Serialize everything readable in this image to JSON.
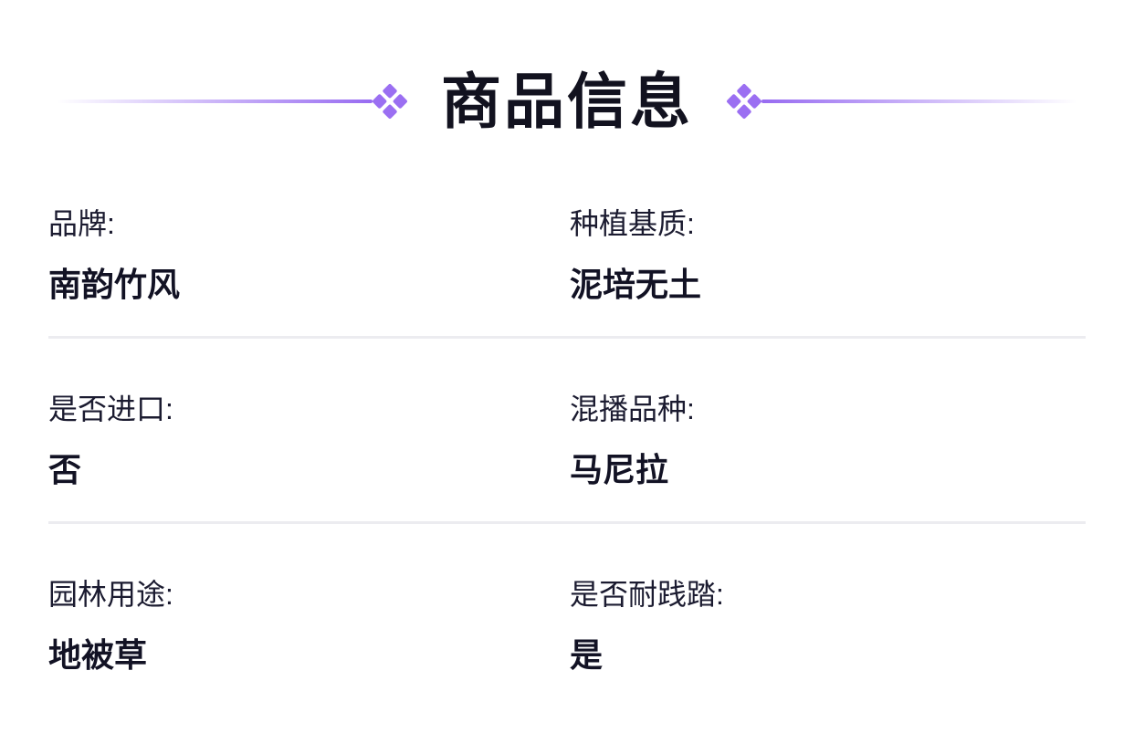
{
  "header": {
    "title": "商品信息",
    "accent_color": "#9b6ff2",
    "line_gradient_color": "#8f5ff0",
    "divider_color": "#ececf0"
  },
  "info": {
    "rows": [
      {
        "cells": [
          {
            "label": "品牌:",
            "value": "南韵竹风"
          },
          {
            "label": "种植基质:",
            "value": "泥培无土"
          }
        ]
      },
      {
        "cells": [
          {
            "label": "是否进口:",
            "value": "否"
          },
          {
            "label": "混播品种:",
            "value": "马尼拉"
          }
        ]
      },
      {
        "cells": [
          {
            "label": "园林用途:",
            "value": "地被草"
          },
          {
            "label": "是否耐践踏:",
            "value": "是"
          }
        ]
      }
    ]
  }
}
